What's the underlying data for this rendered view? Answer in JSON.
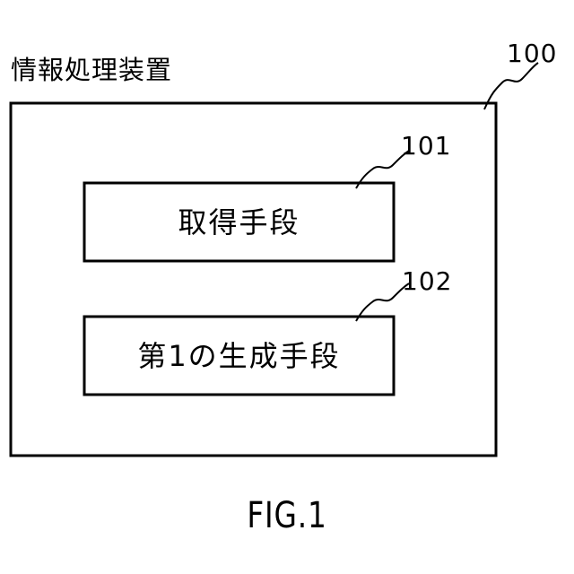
{
  "device": {
    "title": "情報処理装置",
    "ref": "100"
  },
  "blocks": [
    {
      "ref": "101",
      "label": "取得手段"
    },
    {
      "ref": "102",
      "label": "第1の生成手段"
    }
  ],
  "caption": "FIG.1"
}
